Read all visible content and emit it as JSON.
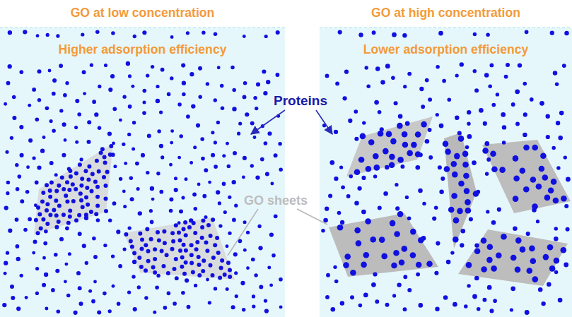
{
  "diagram": {
    "nodes": [
      {
        "text": [
          "GO at low concentration",
          "Higher adsorption efficiency"
        ]
      },
      {
        "text": [
          "GO at high concentration",
          "Lower adsorption efficiency"
        ]
      }
    ],
    "labels": [
      "Proteins",
      "GO sheets"
    ]
  }
}
